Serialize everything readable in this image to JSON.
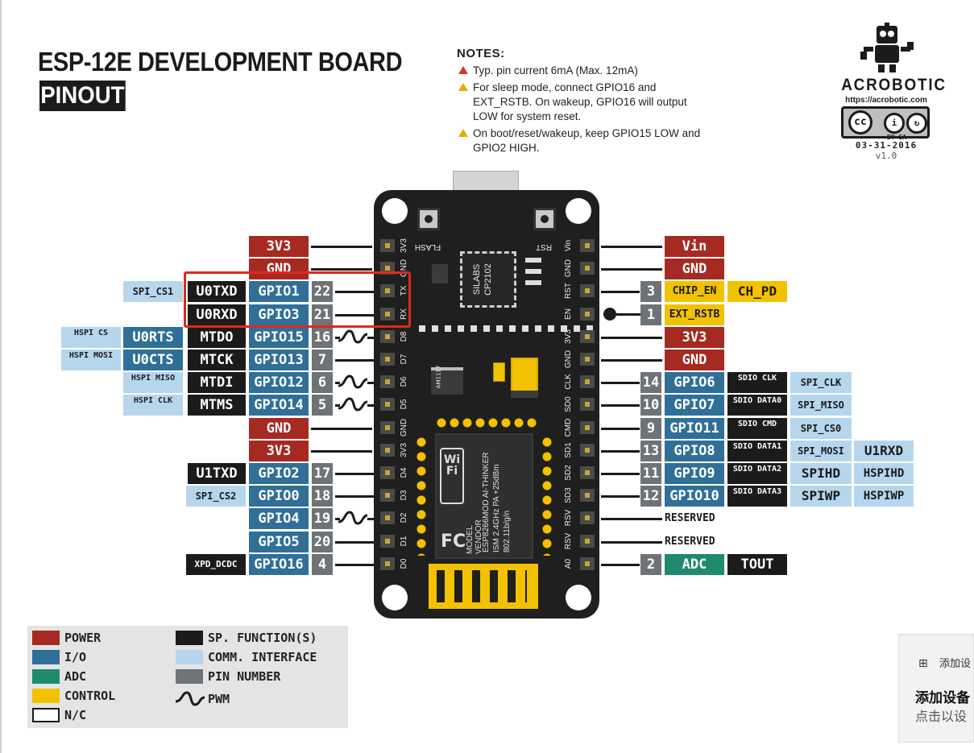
{
  "title": "ESP-12E DEVELOPMENT BOARD",
  "subtitle": "PINOUT",
  "notes": {
    "heading": "NOTES:",
    "items": [
      "Typ. pin current 6mA (Max. 12mA)",
      "For sleep mode, connect GPIO16 and EXT_RSTB. On wakeup, GPIO16 will output LOW for system reset.",
      "On boot/reset/wakeup, keep GPIO15 LOW and GPIO2 HIGH."
    ]
  },
  "logo": {
    "brand": "ACROBOTIC",
    "url": "https://acrobotic.com",
    "license": "BY SA",
    "date": "03-31-2016",
    "version": "v1.0"
  },
  "board": {
    "flash": "FLASH",
    "rst": "RST",
    "chip": "SILABS CP2102",
    "regulator": "AM1117",
    "module": "ESP8266MOD AI-THINKER ISM 2.4GHz PA +25dBm 802.11b/g/n",
    "module_side": "MODEL VENDOR",
    "wifi": "Wi Fi",
    "fcc": "FC",
    "left_pins": [
      "3V3",
      "GND",
      "TX",
      "RX",
      "D8",
      "D7",
      "D6",
      "D5",
      "GND",
      "3V3",
      "D4",
      "D3",
      "D2",
      "D1",
      "D0"
    ],
    "right_pins": [
      "Vin",
      "GND",
      "RST",
      "EN",
      "3V3",
      "GND",
      "CLK",
      "SD0",
      "CMD",
      "SD1",
      "SD2",
      "SD3",
      "RSV",
      "RSV",
      "A0"
    ]
  },
  "left_rows": [
    {
      "power": "3V3"
    },
    {
      "power": "GND"
    },
    {
      "comm": "SPI_CS1",
      "sp": "U0TXD",
      "gpio": "GPIO1",
      "num": "22"
    },
    {
      "sp": "U0RXD",
      "gpio": "GPIO3",
      "num": "21"
    },
    {
      "comm2": "HSPI CS",
      "sp2": "U0RTS",
      "sp": "MTDO",
      "gpio": "GPIO15",
      "num": "16",
      "pwm": true
    },
    {
      "comm2": "HSPI MOSI",
      "sp2": "U0CTS",
      "sp": "MTCK",
      "gpio": "GPIO13",
      "num": "7"
    },
    {
      "comm2": "HSPI MISO",
      "sp": "MTDI",
      "gpio": "GPIO12",
      "num": "6",
      "pwm": true
    },
    {
      "comm2": "HSPI CLK",
      "sp": "MTMS",
      "gpio": "GPIO14",
      "num": "5",
      "pwm": true
    },
    {
      "power": "GND"
    },
    {
      "power": "3V3"
    },
    {
      "sp": "U1TXD",
      "gpio": "GPIO2",
      "num": "17"
    },
    {
      "comm": "SPI_CS2",
      "gpio": "GPIO0",
      "num": "18"
    },
    {
      "gpio": "GPIO4",
      "num": "19",
      "pwm": true
    },
    {
      "gpio": "GPIO5",
      "num": "20"
    },
    {
      "sp": "XPD_DCDC",
      "gpio": "GPIO16",
      "num": "4"
    }
  ],
  "right_rows": [
    {
      "power": "Vin"
    },
    {
      "power": "GND"
    },
    {
      "num": "3",
      "ctl": "CHIP_EN",
      "ctl2": "CH_PD"
    },
    {
      "num": "1",
      "ctl": "EXT_RSTB"
    },
    {
      "power": "3V3"
    },
    {
      "power": "GND"
    },
    {
      "num": "14",
      "gpio": "GPIO6",
      "sd": "SDIO CLK",
      "comm": "SPI_CLK"
    },
    {
      "num": "10",
      "gpio": "GPIO7",
      "sd": "SDIO DATA0",
      "comm": "SPI_MISO"
    },
    {
      "num": "9",
      "gpio": "GPIO11",
      "sd": "SDIO CMD",
      "comm": "SPI_CS0"
    },
    {
      "num": "13",
      "gpio": "GPIO8",
      "sd": "SDIO DATA1",
      "comm": "SPI_MOSI",
      "comm3": "U1RXD"
    },
    {
      "num": "11",
      "gpio": "GPIO9",
      "sd": "SDIO DATA2",
      "comm": "SPIHD",
      "comm3": "HSPIHD"
    },
    {
      "num": "12",
      "gpio": "GPIO10",
      "sd": "SDIO DATA3",
      "comm": "SPIWP",
      "comm3": "HSPIWP"
    },
    {
      "reserved": "RESERVED"
    },
    {
      "reserved": "RESERVED"
    },
    {
      "num": "2",
      "adc": "ADC",
      "sp": "TOUT"
    }
  ],
  "legend": [
    {
      "label": "POWER",
      "color": "#a52a22"
    },
    {
      "label": "I/O",
      "color": "#2f6f98"
    },
    {
      "label": "ADC",
      "color": "#1f8a6e"
    },
    {
      "label": "CONTROL",
      "color": "#f2c200"
    },
    {
      "label": "N/C",
      "color": "#ffffff"
    },
    {
      "label": "SP. FUNCTION(S)",
      "color": "#1b1b1b"
    },
    {
      "label": "COMM. INTERFACE",
      "color": "#b6d6ee"
    },
    {
      "label": "PIN NUMBER",
      "color": "#6e7378"
    },
    {
      "label": "PWM",
      "color": "#1b1b1b"
    }
  ],
  "toast": {
    "title": "添加设",
    "heading": "添加设备",
    "body": "点击以设"
  }
}
